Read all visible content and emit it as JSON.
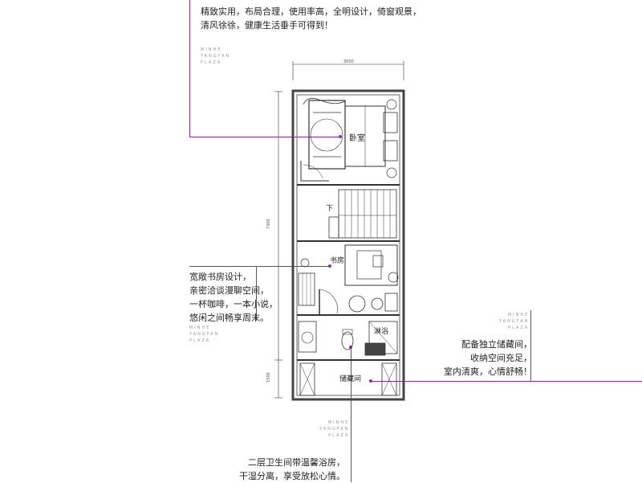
{
  "callouts": {
    "top": {
      "line1": "精致实用，布局合理，使用率高，全明设计，倚窗观景，",
      "line2": "清风徐徐，健康生活垂手可得到！"
    },
    "study": {
      "line1": "宽敞书房设计，",
      "line2": "亲密洽谈漫聊空间，",
      "line3": "一杯咖啡，一本小说，",
      "line4": "悠闲之间畅享周末。"
    },
    "storage": {
      "line1": "配备独立储藏间，",
      "line2": "收纳空间充足，",
      "line3": "室内清爽，心情舒畅！"
    },
    "bath": {
      "line1": "二层卫生间带温馨浴房，",
      "line2": "干湿分离，享受放松心情。"
    }
  },
  "brand": {
    "line1": "MINHE",
    "line2": "YANGFAN",
    "line3": "PLAZA"
  },
  "rooms": {
    "bedroom": "卧室",
    "down": "下",
    "study": "书房",
    "shower": "淋浴",
    "storage": "储藏间"
  },
  "dimensions": {
    "width": "3000",
    "height": "7300",
    "bottom": "1500"
  },
  "colors": {
    "accent": "#8b2fa8",
    "wall": "#333333"
  }
}
